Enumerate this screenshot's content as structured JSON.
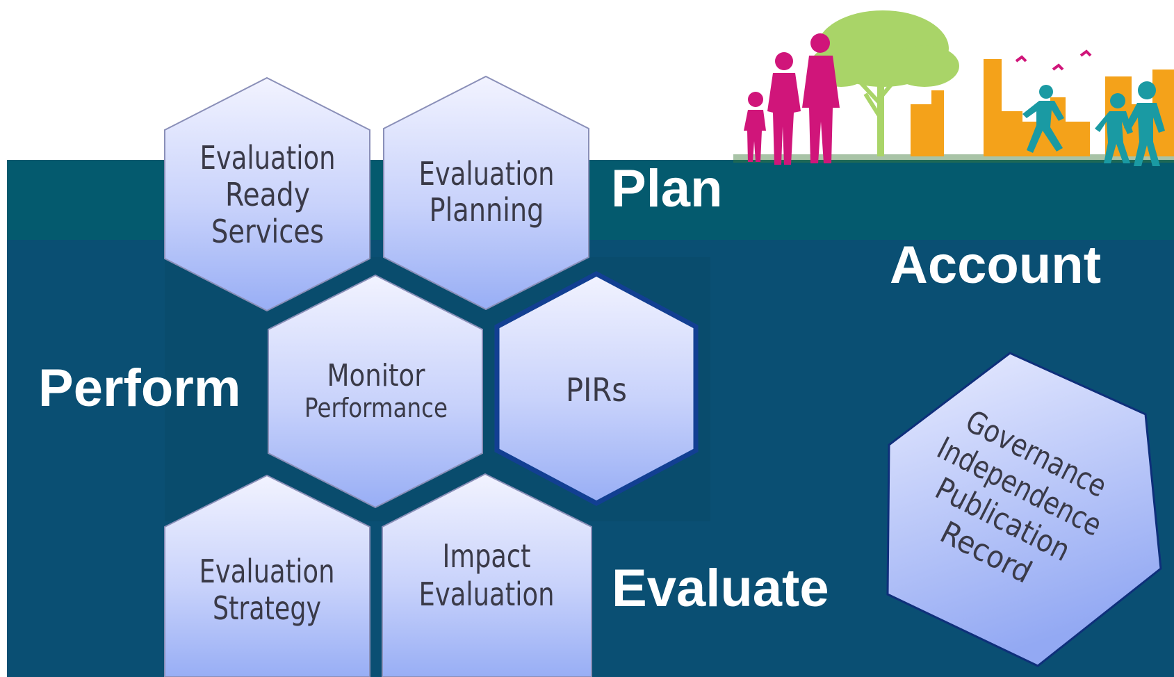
{
  "colors": {
    "band_top": "#045a6e",
    "band_main": "#0a4f73",
    "hex_light": "#eef0ff",
    "hex_dark": "#9fb3f7",
    "hex_stroke": "#8a8fb8",
    "pirs_stroke": "#123f92",
    "label_text": "#ffffff",
    "hex_text": "#3a3a48",
    "figure_magenta": "#d0157a",
    "tree_green": "#a9d468",
    "city_orange": "#f4a21a",
    "runner_teal": "#1a9aa3"
  },
  "stages": {
    "plan": "Plan",
    "account": "Account",
    "perform": "Perform",
    "evaluate": "Evaluate"
  },
  "hexes": {
    "ready": {
      "lines": [
        "Evaluation",
        "Ready",
        "Services"
      ]
    },
    "planning": {
      "lines": [
        "Evaluation",
        "Planning"
      ]
    },
    "monitor": {
      "lines": [
        "Monitor",
        "Performance"
      ]
    },
    "pirs": {
      "lines": [
        "PIRs"
      ]
    },
    "strategy": {
      "lines": [
        "Evaluation",
        "Strategy"
      ]
    },
    "impact": {
      "lines": [
        "Impact",
        "Evaluation"
      ]
    },
    "governance": {
      "lines": [
        "Governance",
        "Independence",
        "Publication",
        "Record"
      ]
    }
  },
  "illustration": {
    "icons": [
      "family-icon",
      "tree-icon",
      "city-skyline-icon",
      "birds-icon",
      "running-children-icon"
    ]
  }
}
